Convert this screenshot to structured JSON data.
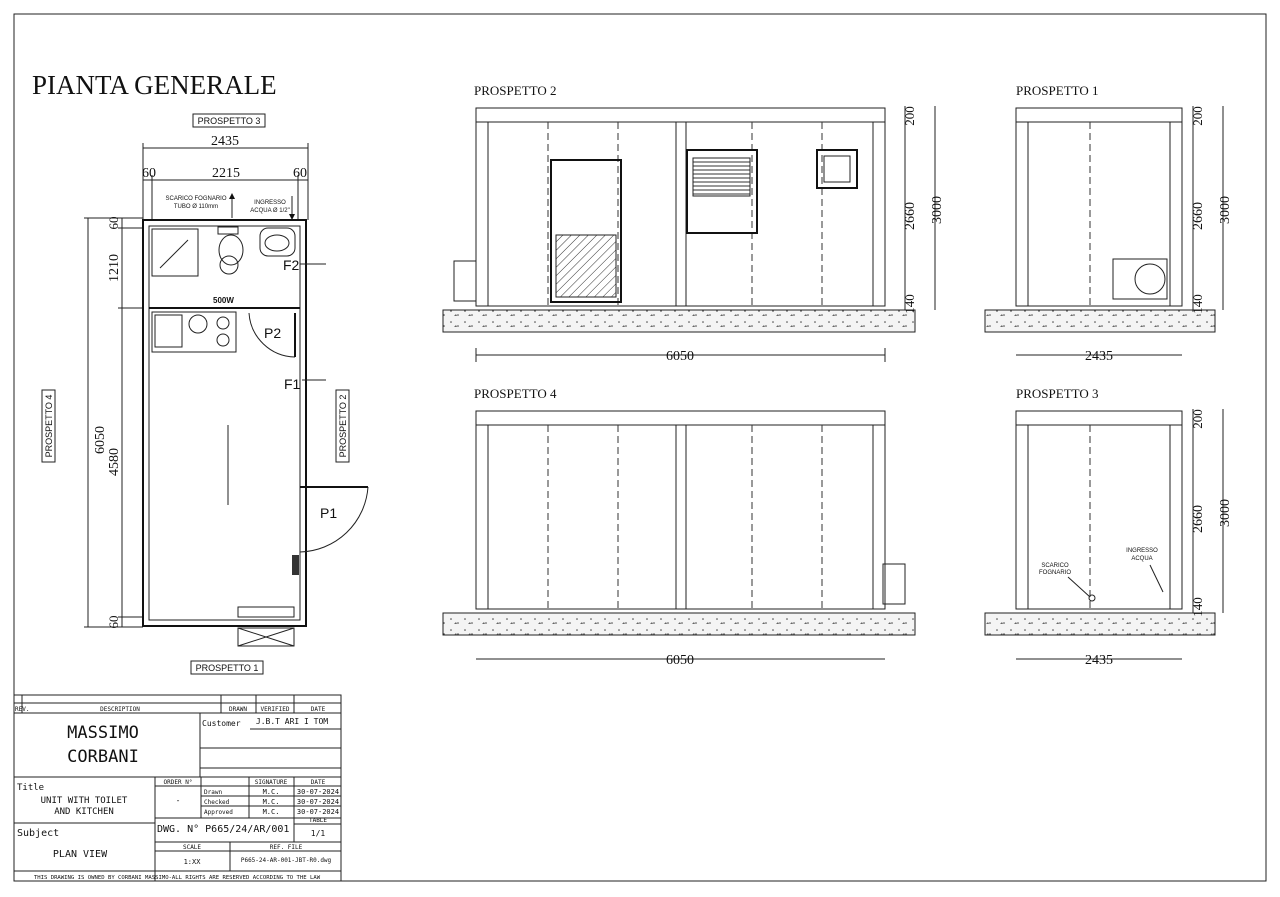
{
  "title": "PIANTA GENERALE",
  "plan": {
    "labels": {
      "p3": "PROSPETTO 3",
      "p1": "PROSPETTO 1",
      "p4": "PROSPETTO 4",
      "p2": "PROSPETTO 2"
    },
    "dims": {
      "total_width": "2435",
      "left_wall": "60",
      "inner_width": "2215",
      "right_wall": "60",
      "total_length": "6050",
      "top_wall": "60",
      "bath_length": "1210",
      "main_length": "4580",
      "bottom_wall": "60"
    },
    "notes": {
      "drain1": "SCARICO FOGNARIO",
      "drain2": "TUBO Ø 110mm",
      "water1": "INGRESSO",
      "water2": "ACQUA Ø 1/2\"",
      "heater": "500W",
      "f2": "F2",
      "f1": "F1",
      "p2": "P2",
      "p1": "P1"
    }
  },
  "elevations": {
    "prospetto2": {
      "label": "PROSPETTO 2",
      "width": "6050",
      "h_top": "200",
      "h_mid": "2660",
      "h_bot": "140",
      "h_total": "3000"
    },
    "prospetto1": {
      "label": "PROSPETTO 1",
      "width": "2435",
      "h_top": "200",
      "h_mid": "2660",
      "h_bot": "140",
      "h_total": "3000"
    },
    "prospetto4": {
      "label": "PROSPETTO 4",
      "width": "6050"
    },
    "prospetto3": {
      "label": "PROSPETTO 3",
      "width": "2435",
      "h_top": "200",
      "h_mid": "2660",
      "h_bot": "140",
      "h_total": "3000",
      "drain1": "SCARICO",
      "drain2": "FOGNARIO",
      "water1": "INGRESSO",
      "water2": "ACQUA"
    }
  },
  "title_block": {
    "rev": "REV.",
    "description": "DESCRIPTION",
    "drawn": "DRAWN",
    "verified": "VERIFIED",
    "date": "DATE",
    "company1": "MASSIMO",
    "company2": "CORBANI",
    "customer_label": "Customer",
    "customer": "J.B.T ARI I TOM",
    "title_label": "Title",
    "title1": "UNIT WITH TOILET",
    "title2": "AND KITCHEN",
    "order_label": "ORDER N°",
    "order": "-",
    "signature": "SIGNATURE",
    "date2": "DATE",
    "rows": [
      {
        "role": "Drawn",
        "sig": "M.C.",
        "date": "30-07-2024"
      },
      {
        "role": "Checked",
        "sig": "M.C.",
        "date": "30-07-2024"
      },
      {
        "role": "Approved",
        "sig": "M.C.",
        "date": "30-07-2024"
      }
    ],
    "table_label": "TABLE",
    "table": "1/1",
    "dwg": "DWG. N° P665/24/AR/001",
    "subject_label": "Subject",
    "subject": "PLAN VIEW",
    "scale_label": "SCALE",
    "scale": "1:XX",
    "ref_label": "REF. FILE",
    "ref": "P665-24-AR-001-JBT-R0.dwg",
    "footer": "THIS DRAWING IS OWNED BY CORBANI MASSIMO-ALL RIGHTS ARE RESERVED ACCORDING TO THE LAW"
  }
}
